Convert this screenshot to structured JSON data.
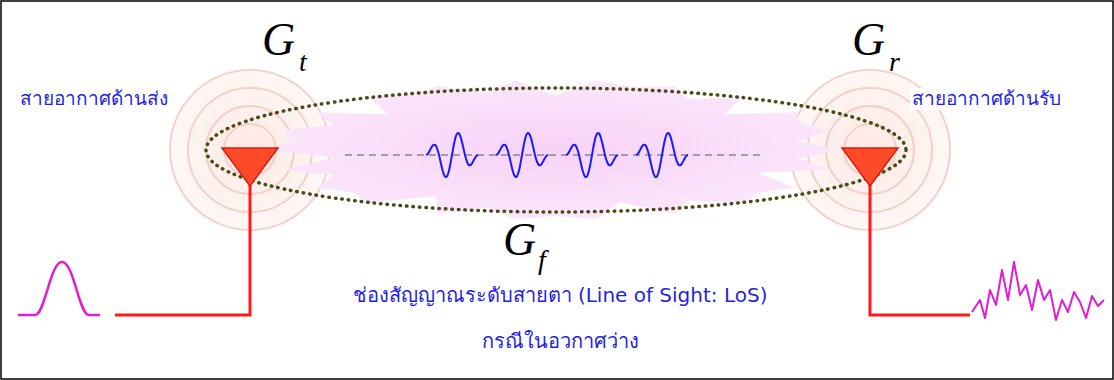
{
  "diagram": {
    "labels": [
      "G",
      "t",
      "สายอากาศด้านส่ง",
      "G",
      "r",
      "สายอากาศด้านรับ",
      "G",
      "f",
      "ช่องสัญญาณระดับสายตา (Line of Sight: LoS)",
      "กรณีในอวกาศว่าง"
    ]
  }
}
